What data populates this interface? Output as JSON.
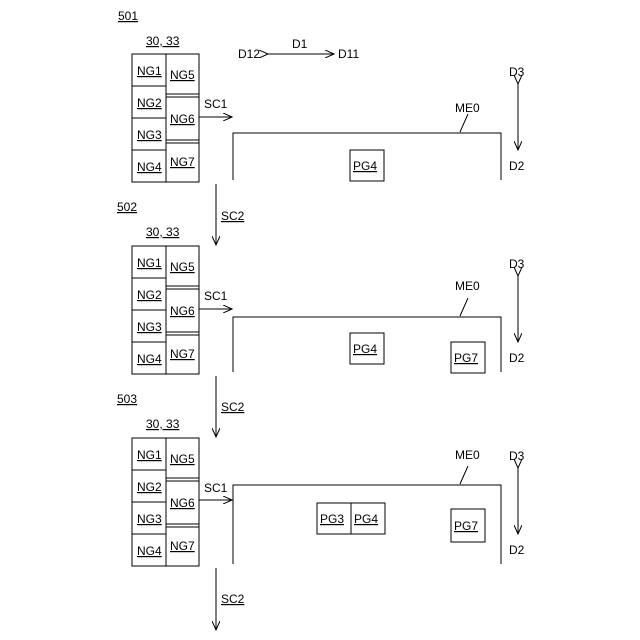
{
  "axes": {
    "d1": "D1",
    "d11": "D11",
    "d12": "D12",
    "d2": "D2",
    "d3": "D3"
  },
  "steps": [
    {
      "label": "501",
      "group_label": "30, 33",
      "left_column": [
        "NG1",
        "NG2",
        "NG3",
        "NG4"
      ],
      "right_column": [
        "NG5",
        "NG6",
        "NG7"
      ],
      "arrow_sc1": "SC1",
      "me_label": "ME0",
      "pg_items": [
        "PG4"
      ],
      "arrow_sc2": "SC2"
    },
    {
      "label": "502",
      "group_label": "30, 33",
      "left_column": [
        "NG1",
        "NG2",
        "NG3",
        "NG4"
      ],
      "right_column": [
        "NG5",
        "NG6",
        "NG7"
      ],
      "arrow_sc1": "SC1",
      "me_label": "ME0",
      "pg_items": [
        "PG4",
        "PG7"
      ],
      "arrow_sc2": "SC2"
    },
    {
      "label": "503",
      "group_label": "30, 33",
      "left_column": [
        "NG1",
        "NG2",
        "NG3",
        "NG4"
      ],
      "right_column": [
        "NG5",
        "NG6",
        "NG7"
      ],
      "arrow_sc1": "SC1",
      "me_label": "ME0",
      "pg_items": [
        "PG3",
        "PG4",
        "PG7"
      ],
      "arrow_sc2": "SC2"
    }
  ]
}
